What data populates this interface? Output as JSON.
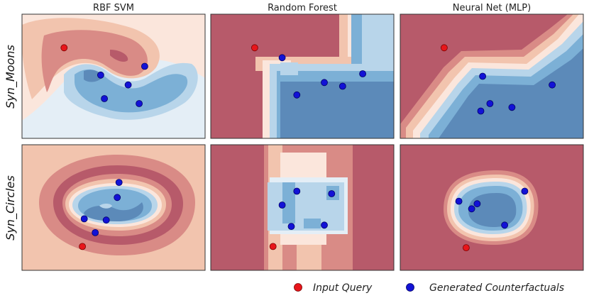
{
  "chart_data": {
    "type": "scatter",
    "column_titles": [
      "RBF SVM",
      "Random Forest",
      "Neural Net (MLP)"
    ],
    "row_labels": [
      "Syn_Moons",
      "Syn_Circles"
    ],
    "legend": [
      {
        "label": "Input Query",
        "color": "#e8161b"
      },
      {
        "label": "Generated Counterfactuals",
        "color": "#1212d6"
      }
    ],
    "colors": {
      "query": "#e8161b",
      "counterfactual": "#1212d6",
      "red_dark": "#b75a6a",
      "red_mid": "#d98b86",
      "red_light": "#f2c4ae",
      "red_faint": "#fbe6dc",
      "blue_faint": "#e4eef6",
      "blue_light": "#b8d5ea",
      "blue_mid": "#7cb0d6",
      "blue_dark": "#5c8ab9"
    },
    "panels": [
      {
        "row": "Syn_Moons",
        "model": "RBF SVM",
        "query": [
          0.23,
          0.27
        ],
        "counterfactuals": [
          [
            0.67,
            0.42
          ],
          [
            0.43,
            0.49
          ],
          [
            0.58,
            0.57
          ],
          [
            0.45,
            0.68
          ],
          [
            0.64,
            0.72
          ]
        ]
      },
      {
        "row": "Syn_Moons",
        "model": "Random Forest",
        "query": [
          0.24,
          0.27
        ],
        "counterfactuals": [
          [
            0.39,
            0.35
          ],
          [
            0.83,
            0.48
          ],
          [
            0.62,
            0.55
          ],
          [
            0.72,
            0.58
          ],
          [
            0.47,
            0.65
          ]
        ]
      },
      {
        "row": "Syn_Moons",
        "model": "Neural Net (MLP)",
        "query": [
          0.24,
          0.27
        ],
        "counterfactuals": [
          [
            0.45,
            0.5
          ],
          [
            0.83,
            0.57
          ],
          [
            0.49,
            0.72
          ],
          [
            0.61,
            0.75
          ],
          [
            0.44,
            0.78
          ]
        ]
      },
      {
        "row": "Syn_Circles",
        "model": "RBF SVM",
        "query": [
          0.33,
          0.81
        ],
        "counterfactuals": [
          [
            0.53,
            0.3
          ],
          [
            0.52,
            0.42
          ],
          [
            0.34,
            0.59
          ],
          [
            0.46,
            0.6
          ],
          [
            0.4,
            0.7
          ]
        ]
      },
      {
        "row": "Syn_Circles",
        "model": "Random Forest",
        "query": [
          0.34,
          0.81
        ],
        "counterfactuals": [
          [
            0.47,
            0.37
          ],
          [
            0.66,
            0.39
          ],
          [
            0.39,
            0.48
          ],
          [
            0.62,
            0.64
          ],
          [
            0.44,
            0.65
          ]
        ]
      },
      {
        "row": "Syn_Circles",
        "model": "Neural Net (MLP)",
        "query": [
          0.36,
          0.82
        ],
        "counterfactuals": [
          [
            0.68,
            0.37
          ],
          [
            0.32,
            0.45
          ],
          [
            0.42,
            0.47
          ],
          [
            0.39,
            0.51
          ],
          [
            0.57,
            0.64
          ]
        ]
      }
    ]
  }
}
